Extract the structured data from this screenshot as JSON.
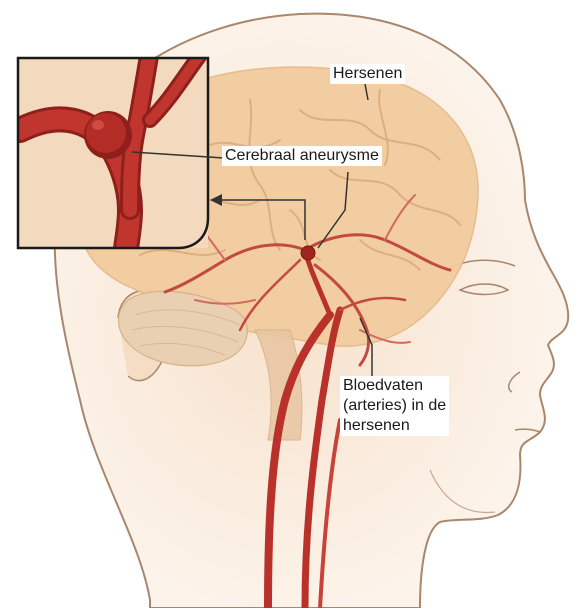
{
  "labels": {
    "brain": "Hersenen",
    "aneurysm": "Cerebraal aneurysme",
    "vessels_line1": "Bloedvaten",
    "vessels_line2": "(arteries) in de",
    "vessels_line3": "hersenen"
  },
  "colors": {
    "outline": "#a8876c",
    "skin": "#fbeee3",
    "brain": "#f2cc9f",
    "brain_fold": "#d9a878",
    "cerebellum": "#ead0b2",
    "artery": "#b8322b",
    "artery_dark": "#8e1f1b",
    "leader": "#333333",
    "frame": "#1a1a1a"
  }
}
